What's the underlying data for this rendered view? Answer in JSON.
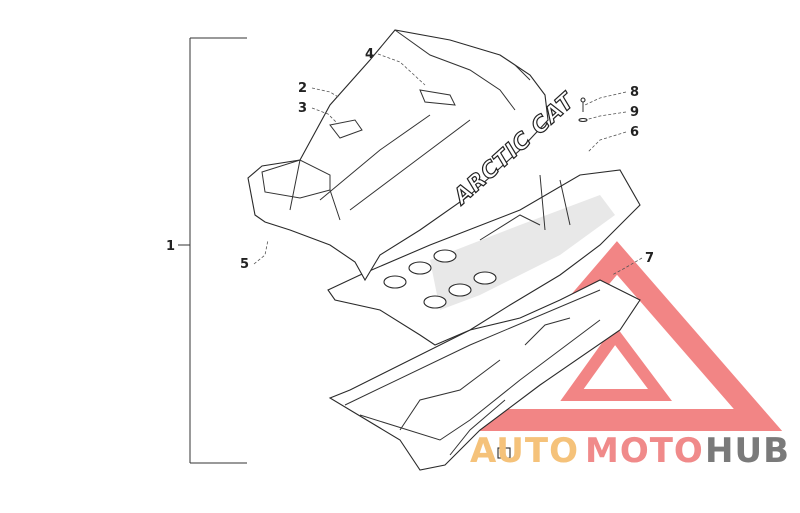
{
  "callouts": {
    "c1": "1",
    "c2": "2",
    "c3": "3",
    "c4": "4",
    "c5": "5",
    "c6": "6",
    "c7": "7",
    "c8": "8",
    "c9": "9"
  },
  "seat_brand_text": "ARCTIC CAT",
  "watermark": {
    "part1": "AUTO",
    "part2": "MOTO",
    "part3": "HUB",
    "colors": {
      "auto": "#F5C27A",
      "moto": "#F08A8A",
      "hub": "#7A7A7A",
      "triangle": "#F07070"
    }
  }
}
